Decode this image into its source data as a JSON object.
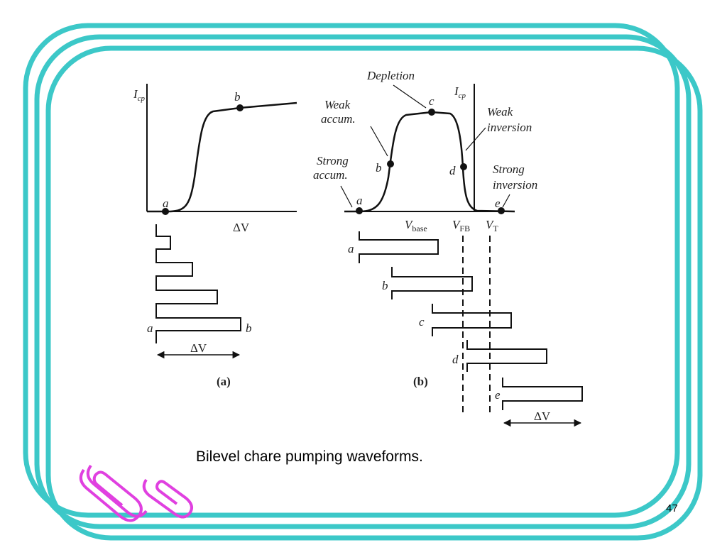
{
  "slide": {
    "caption": "Bilevel chare pumping waveforms.",
    "page_number": "47",
    "frame_color": "#3cc8c8",
    "clip_color": "#e040e0"
  },
  "figure": {
    "panel_a": {
      "label": "(a)",
      "y_axis": "I",
      "y_axis_sub": "cp",
      "x_axis": "ΔV",
      "point_a": "a",
      "point_b": "b",
      "waveform_left": "a",
      "waveform_right": "b",
      "span_label": "ΔV"
    },
    "panel_b": {
      "label": "(b)",
      "y_axis": "I",
      "y_axis_sub": "cp",
      "regions": {
        "depletion": "Depletion",
        "weak_accum_1": "Weak",
        "weak_accum_2": "accum.",
        "weak_inv_1": "Weak",
        "weak_inv_2": "inversion",
        "strong_accum_1": "Strong",
        "strong_accum_2": "accum.",
        "strong_inv_1": "Strong",
        "strong_inv_2": "inversion"
      },
      "points": {
        "a": "a",
        "b": "b",
        "c": "c",
        "d": "d",
        "e": "e"
      },
      "x_marks": {
        "vbase": "V",
        "vbase_sub": "base",
        "vfb": "V",
        "vfb_sub": "FB",
        "vt": "V",
        "vt_sub": "T"
      },
      "waveforms": [
        "a",
        "b",
        "c",
        "d",
        "e"
      ],
      "span_label": "ΔV"
    }
  }
}
